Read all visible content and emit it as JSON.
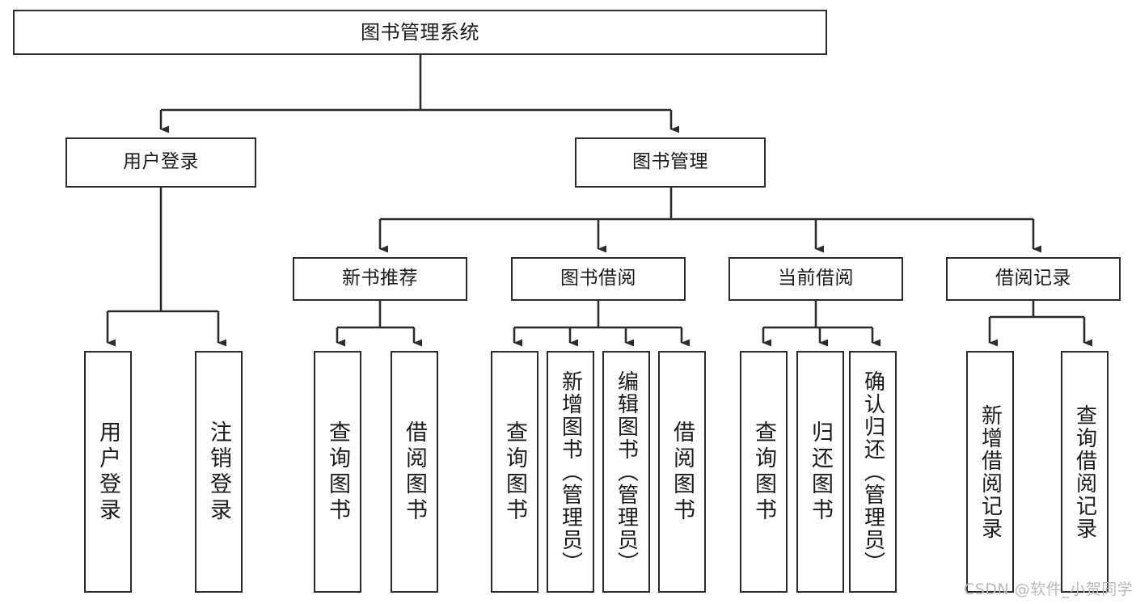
{
  "diagram": {
    "title": "图书管理系统",
    "type": "tree-structure-chart",
    "watermark": "CSDN @软件_小贺同学",
    "colors": {
      "background": "#ffffff",
      "box_border": "#2b2b2b",
      "box_fill": "#ffffff",
      "text": "#1a1a1a",
      "connector": "#2b2b2b",
      "watermark": "#b9b9b9"
    },
    "root": {
      "label": "图书管理系统"
    },
    "level1": [
      {
        "label": "用户登录"
      },
      {
        "label": "图书管理"
      }
    ],
    "level2": [
      {
        "label": "新书推荐"
      },
      {
        "label": "图书借阅"
      },
      {
        "label": "当前借阅"
      },
      {
        "label": "借阅记录"
      }
    ],
    "leaves": {
      "user_login": [
        {
          "label": "用户登录"
        },
        {
          "label": "注销登录"
        }
      ],
      "new_book_recommend": [
        {
          "label": "查询图书"
        },
        {
          "label": "借阅图书"
        }
      ],
      "book_borrow": [
        {
          "label": "查询图书"
        },
        {
          "label": "新增图书（管理员）"
        },
        {
          "label": "编辑图书（管理员）"
        },
        {
          "label": "借阅图书"
        }
      ],
      "current_borrow": [
        {
          "label": "查询图书"
        },
        {
          "label": "归还图书"
        },
        {
          "label": "确认归还（管理员）"
        }
      ],
      "borrow_record": [
        {
          "label": "新增借阅记录"
        },
        {
          "label": "查询借阅记录"
        }
      ]
    }
  }
}
